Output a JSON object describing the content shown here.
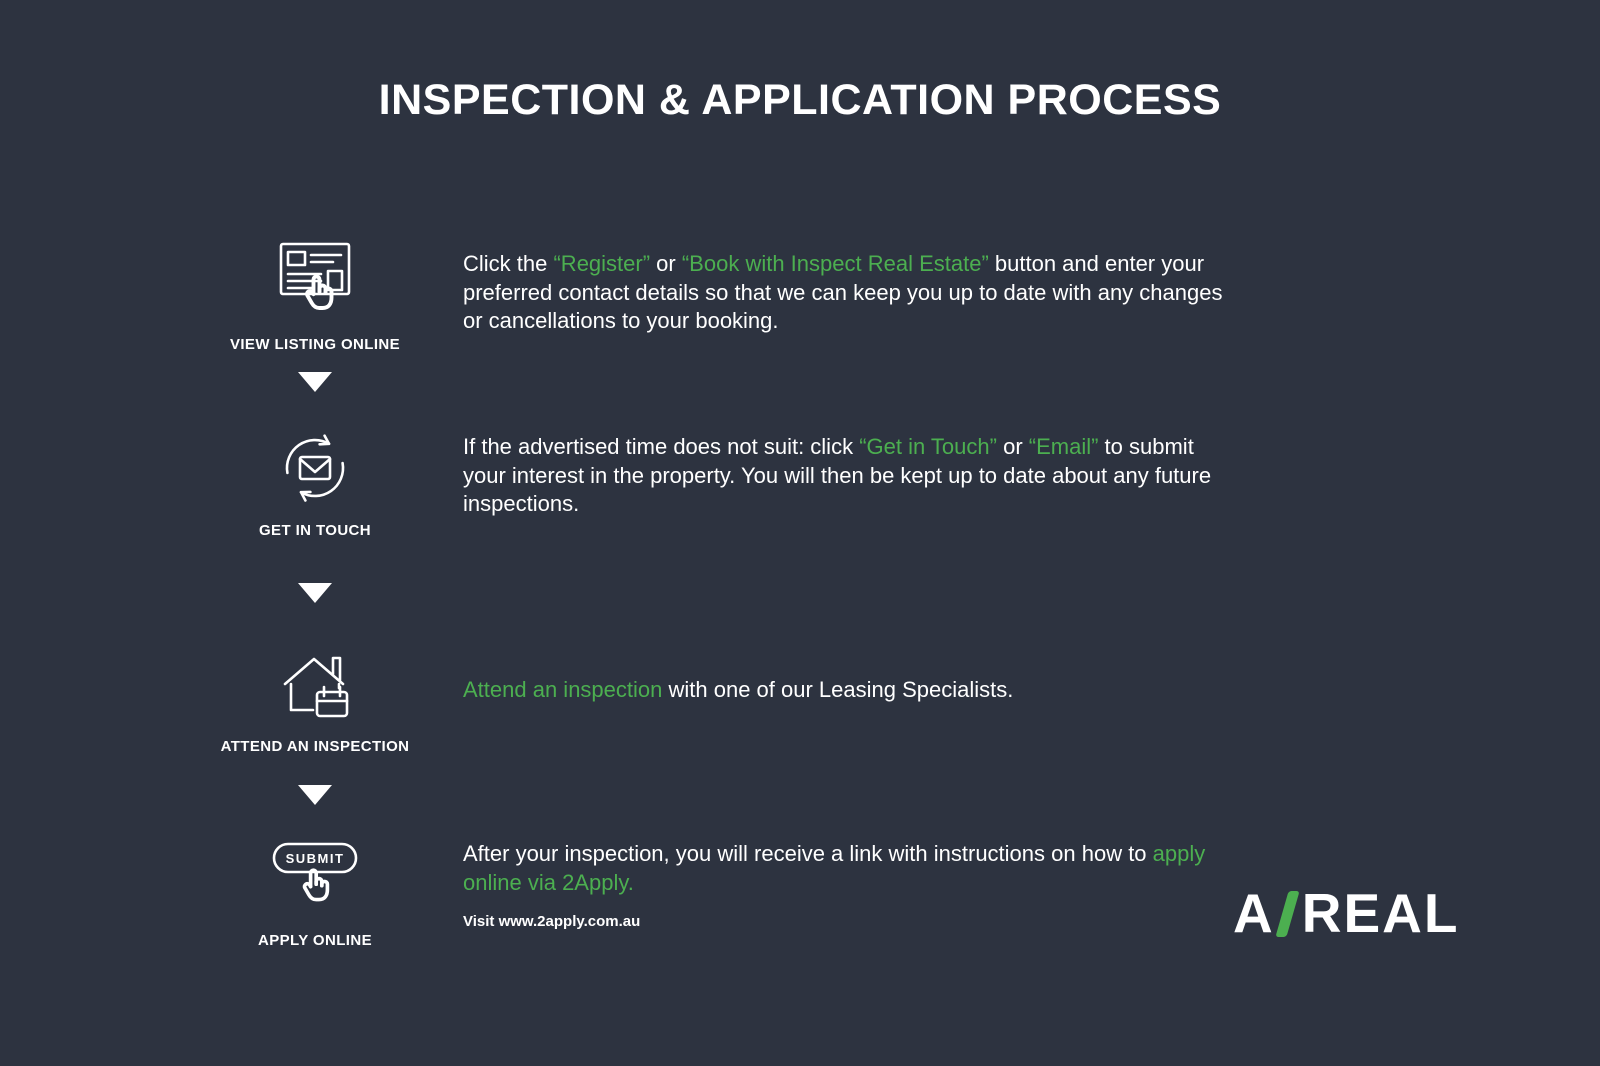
{
  "page": {
    "title": "INSPECTION & APPLICATION PROCESS",
    "background_color": "#2d3340",
    "accent_color": "#4caf50",
    "text_color": "#ffffff"
  },
  "steps": [
    {
      "id": "view-listing-online",
      "label": "VIEW LISTING ONLINE",
      "icon": "listing-cursor-icon",
      "segments": [
        {
          "text": "Click the ",
          "highlight": false
        },
        {
          "text": "“Register”",
          "highlight": true
        },
        {
          "text": " or ",
          "highlight": false
        },
        {
          "text": "“Book with Inspect Real Estate”",
          "highlight": true
        },
        {
          "text": " button and enter your preferred contact details so that we can keep you up to date with any changes or cancellations to your booking.",
          "highlight": false
        }
      ]
    },
    {
      "id": "get-in-touch",
      "label": "GET IN TOUCH",
      "icon": "email-sync-icon",
      "segments": [
        {
          "text": "If the advertised time does not suit: click ",
          "highlight": false
        },
        {
          "text": "“Get in Touch”",
          "highlight": true
        },
        {
          "text": " or ",
          "highlight": false
        },
        {
          "text": "“Email”",
          "highlight": true
        },
        {
          "text": " to submit your interest in the property. You will then be kept up to date about any future inspections.",
          "highlight": false
        }
      ]
    },
    {
      "id": "attend-an-inspection",
      "label": "ATTEND AN INSPECTION",
      "icon": "house-calendar-icon",
      "segments": [
        {
          "text": "Attend an inspection",
          "highlight": true
        },
        {
          "text": " with one of our Leasing Specialists.",
          "highlight": false
        }
      ]
    },
    {
      "id": "apply-online",
      "label": "APPLY ONLINE",
      "icon": "submit-button-icon",
      "submit_label": "SUBMIT",
      "segments": [
        {
          "text": "After your inspection, you will receive a link with instructions on how to ",
          "highlight": false
        },
        {
          "text": "apply online via 2Apply.",
          "highlight": true
        }
      ],
      "note": "Visit www.2apply.com.au"
    }
  ],
  "logo": {
    "prefix": "A",
    "suffix": "REAL"
  }
}
